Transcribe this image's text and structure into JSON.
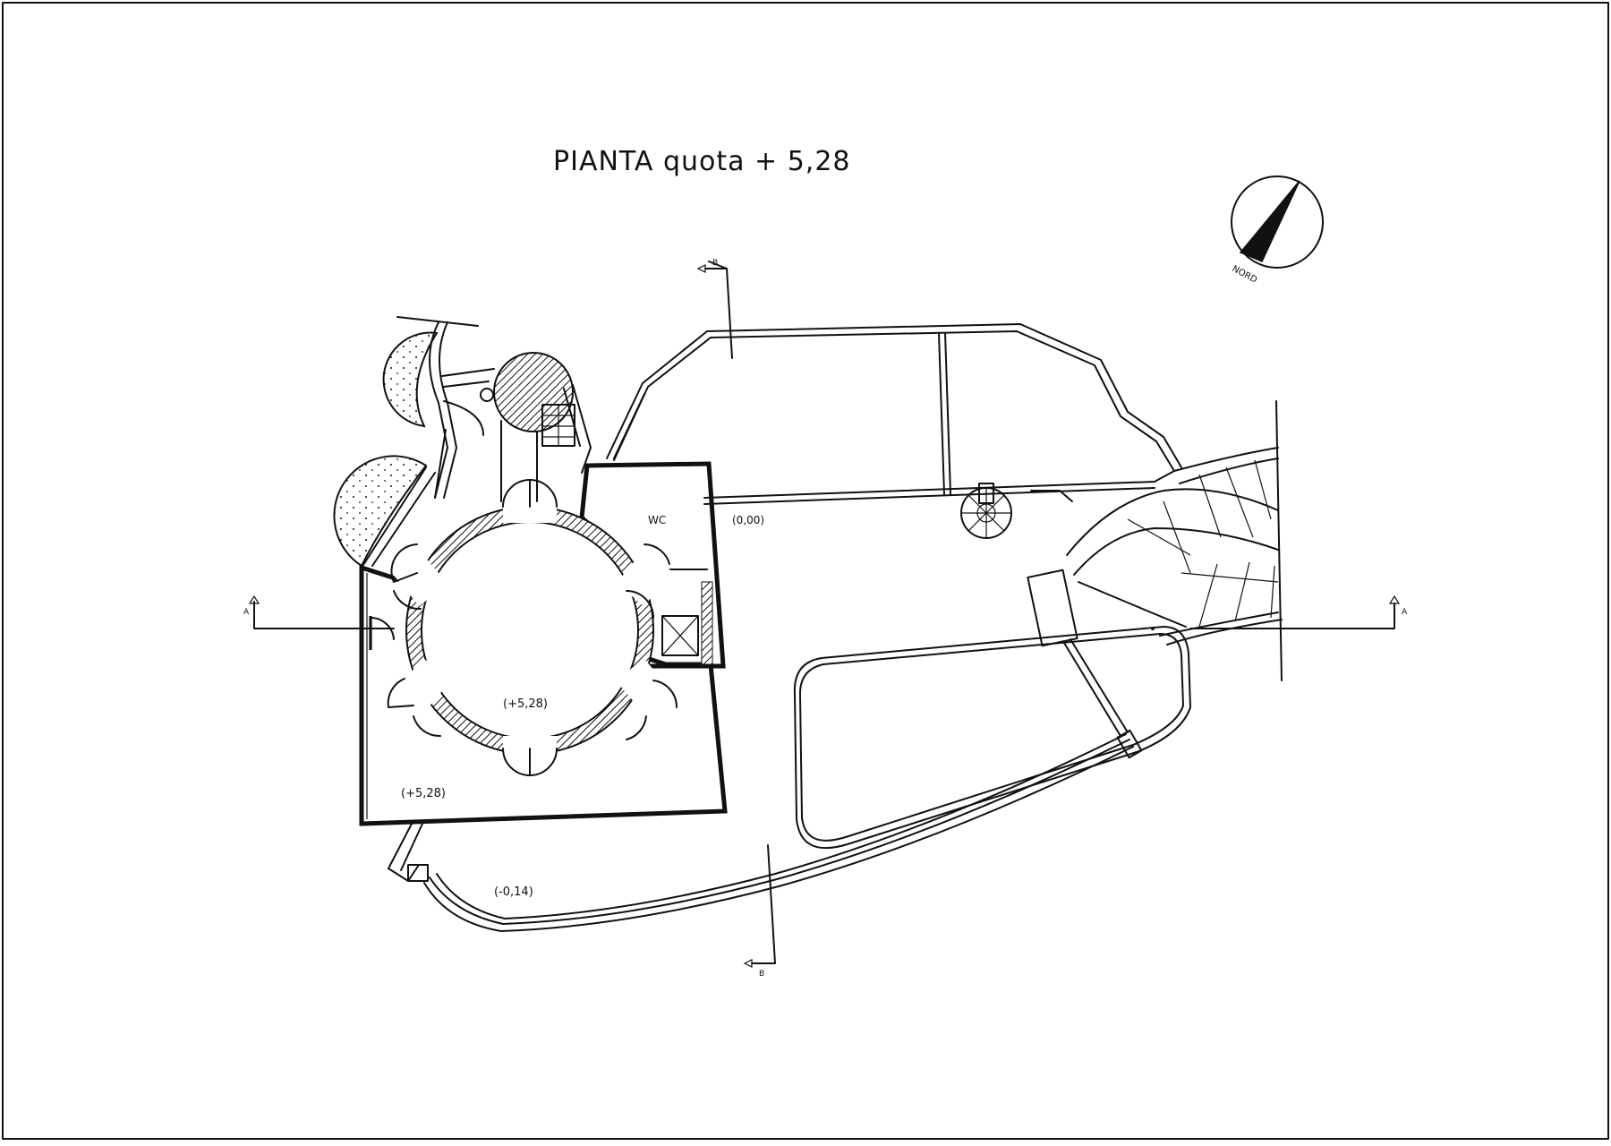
{
  "title": "PIANTA quota + 5,28",
  "north_label": "NORD",
  "rooms": {
    "wc": "WC",
    "inner_level": "(+5,28)",
    "terrace_level": "(+5,28)",
    "ground_level": "(0,00)",
    "lower_level": "(-0,14)"
  },
  "sections": {
    "a_left": "A",
    "a_right": "A",
    "b_top": "B",
    "b_bottom": "B"
  },
  "colors": {
    "ink": "#111111",
    "paper": "#ffffff"
  }
}
